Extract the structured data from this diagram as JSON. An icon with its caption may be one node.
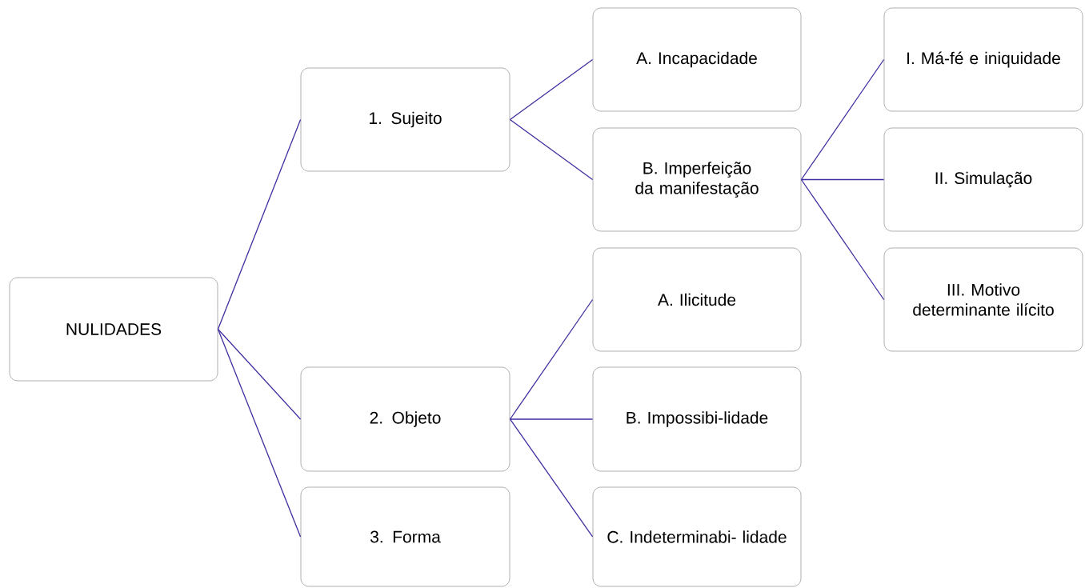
{
  "diagram": {
    "nodes": [
      {
        "text": [
          "NULIDADES"
        ]
      },
      {
        "text": [
          "1. Sujeito"
        ]
      },
      {
        "text": [
          "2. Objeto"
        ]
      },
      {
        "text": [
          "3. Forma"
        ]
      },
      {
        "text": [
          "A. Incapacidade"
        ]
      },
      {
        "text": [
          "B. Imperfeição da manifestação"
        ]
      },
      {
        "text": [
          "A. Ilicitude"
        ]
      },
      {
        "text": [
          "B. Impossibi-lidade"
        ]
      },
      {
        "text": [
          "C. Indeterminabi- lidade"
        ]
      },
      {
        "text": [
          "I. Má-fé e iniquidade"
        ]
      },
      {
        "text": [
          "II. Simulação"
        ]
      },
      {
        "text": [
          "III. Motivo determinante ilícito"
        ]
      }
    ],
    "edges": [
      {
        "from": 0,
        "to": 1,
        "arrow": "none"
      },
      {
        "from": 0,
        "to": 2,
        "arrow": "none"
      },
      {
        "from": 0,
        "to": 3,
        "arrow": "none"
      },
      {
        "from": 1,
        "to": 4,
        "arrow": "none"
      },
      {
        "from": 1,
        "to": 5,
        "arrow": "none"
      },
      {
        "from": 2,
        "to": 6,
        "arrow": "none"
      },
      {
        "from": 2,
        "to": 7,
        "arrow": "none"
      },
      {
        "from": 2,
        "to": 8,
        "arrow": "none"
      },
      {
        "from": 5,
        "to": 9,
        "arrow": "none"
      },
      {
        "from": 5,
        "to": 10,
        "arrow": "none"
      },
      {
        "from": 5,
        "to": 11,
        "arrow": "none"
      }
    ]
  }
}
